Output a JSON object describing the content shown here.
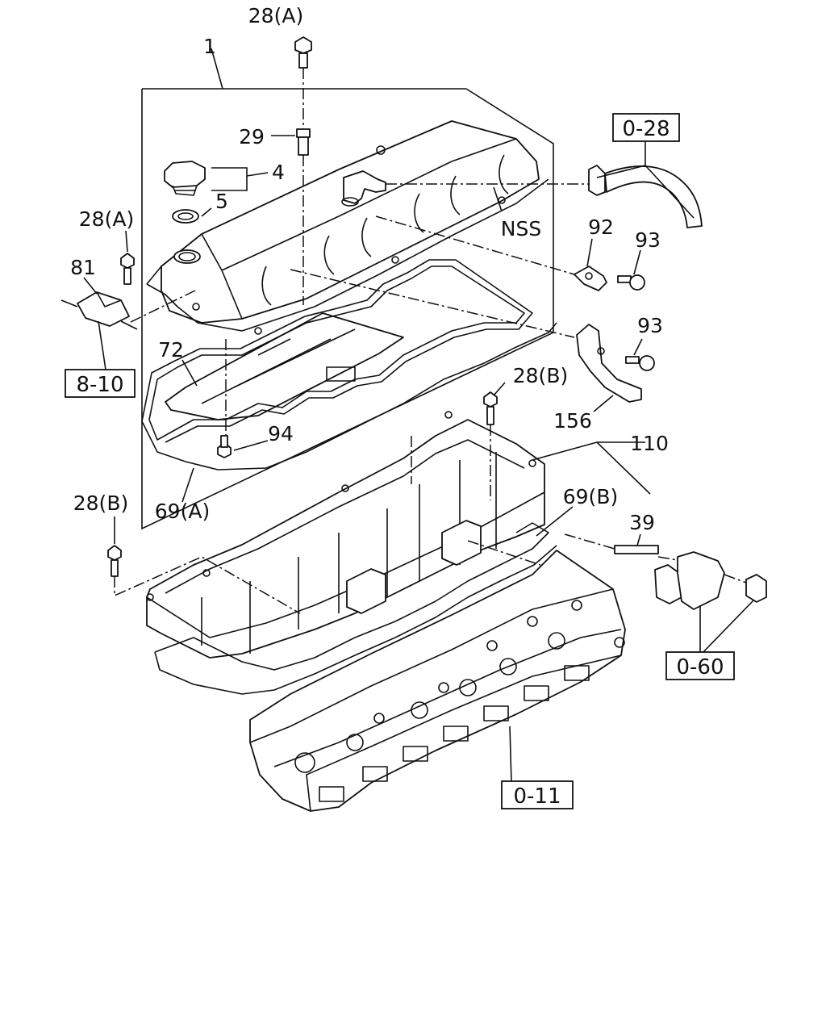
{
  "labels": {
    "l28a_top": "28(A)",
    "l1": "1",
    "l29": "29",
    "l4": "4",
    "l5": "5",
    "lnss": "NSS",
    "l28a_left": "28(A)",
    "l81": "81",
    "l92": "92",
    "l93a": "93",
    "l93b": "93",
    "l72": "72",
    "l156": "156",
    "l28b_mid": "28(B)",
    "l94": "94",
    "l110": "110",
    "l69a": "69(A)",
    "l69b": "69(B)",
    "l28b_left": "28(B)",
    "l39": "39"
  },
  "refs": {
    "r028": "0-28",
    "r810": "8-10",
    "r060": "0-60",
    "r011": "0-11"
  }
}
